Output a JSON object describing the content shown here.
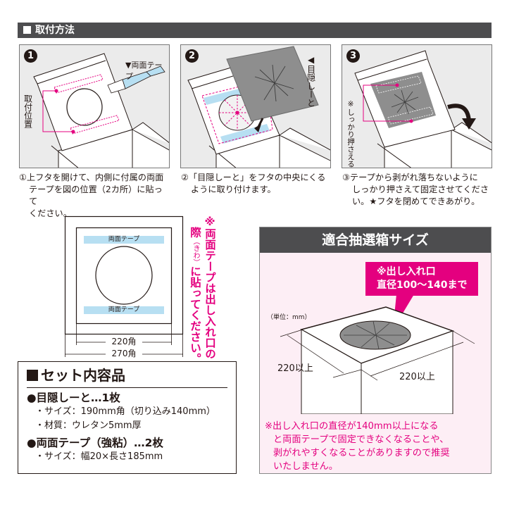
{
  "header": {
    "title": "取付方法"
  },
  "steps": [
    {
      "number": "1",
      "labels": {
        "tape": "▼両面テープ",
        "position": "取付位置"
      },
      "caption_lead": "①上フタを開けて、内側に付属の両面",
      "caption_rest": [
        "テープを図の位置（2カ所）に貼って",
        "ください。"
      ]
    },
    {
      "number": "2",
      "labels": {
        "cover": "◀目隠しーと"
      },
      "caption_lead": "②「目隠しーと」をフタの中央にくる",
      "caption_rest": [
        "ように取り付けます。"
      ]
    },
    {
      "number": "3",
      "labels": {
        "press": "※しっかり押さえる"
      },
      "caption_lead": "③テープから剥がれ落ちないように",
      "caption_rest": [
        "しっかり押さえて固定させてくださ",
        "い。★フタを閉めてできあがり。"
      ]
    }
  ],
  "tape_diagram": {
    "tape_label_top": "両面テープ",
    "tape_label_bottom": "両面テープ",
    "inner_dim": "220角",
    "outer_dim": "270角",
    "note_part1": "※両面テープは出し入れ口の",
    "note_part2": "際",
    "note_paren": "（きわ）",
    "note_part3": "に貼ってください。"
  },
  "set_contents": {
    "title": "セット内容品",
    "items": [
      {
        "name": "●目隠しーと…1枚",
        "specs": [
          "・サイズ：190mm角（切り込み140mm）",
          "・材質：ウレタン5mm厚"
        ]
      },
      {
        "name": "●両面テープ（強粘）…2枚",
        "specs": [
          "・サイズ：幅20×長さ185mm"
        ]
      }
    ]
  },
  "box_size": {
    "title": "適合抽選箱サイズ",
    "callout_line1": "※出し入れ口",
    "callout_line2": "直径100〜140まで",
    "unit": "（単位：mm）",
    "dim_left": "220以上",
    "dim_right": "220以上",
    "warning_lead": "※出し入れ口の直径が140mm以上になる",
    "warning_rest": [
      "と両面テープで固定できなくなることや、",
      "剥がれやすくなることがありますので推奨",
      "いたしません。"
    ]
  },
  "colors": {
    "header_bg": "#4d4d4f",
    "accent_magenta": "#e4007f",
    "tape_blue": "#b7dff2",
    "panel_bg": "#ebebeb",
    "pink_bg": "#fdeef5",
    "cover_gray": "#8e8e8e"
  }
}
